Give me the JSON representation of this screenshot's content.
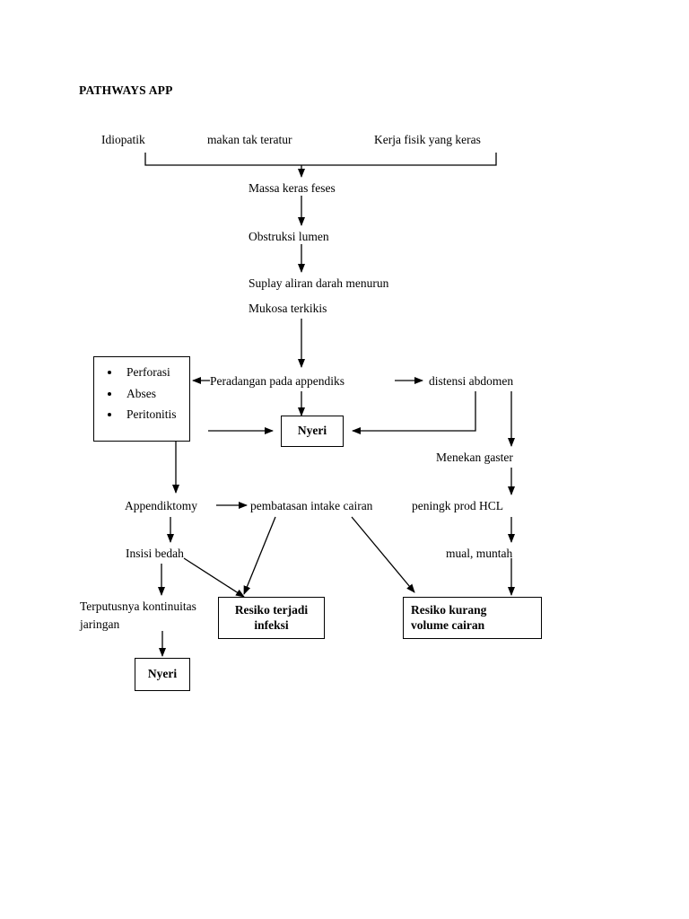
{
  "document": {
    "title": "PATHWAYS APP"
  },
  "diagram": {
    "type": "flowchart",
    "nodes": [
      {
        "id": "idiopatik",
        "label": "Idiopatik",
        "style": "plain"
      },
      {
        "id": "makan",
        "label": "makan tak teratur",
        "style": "plain"
      },
      {
        "id": "kerja",
        "label": "Kerja fisik yang keras",
        "style": "plain"
      },
      {
        "id": "massa",
        "label": "Massa keras feses",
        "style": "plain"
      },
      {
        "id": "obstruksi",
        "label": "Obstruksi lumen",
        "style": "plain"
      },
      {
        "id": "suplay",
        "label": "Suplay aliran darah menurun",
        "style": "plain"
      },
      {
        "id": "mukosa",
        "label": "Mukosa terkikis",
        "style": "plain"
      },
      {
        "id": "peradangan",
        "label": "Peradangan pada appendiks",
        "style": "plain"
      },
      {
        "id": "distensi",
        "label": "distensi abdomen",
        "style": "plain"
      },
      {
        "id": "nyeri1",
        "label": "Nyeri",
        "style": "boxed-bold"
      },
      {
        "id": "menekan",
        "label": "Menekan gaster",
        "style": "plain"
      },
      {
        "id": "appendiktomy",
        "label": "Appendiktomy",
        "style": "plain"
      },
      {
        "id": "pembatasan",
        "label": "pembatasan intake cairan",
        "style": "plain"
      },
      {
        "id": "hcl",
        "label": "peningk prod HCL",
        "style": "plain"
      },
      {
        "id": "insisi",
        "label": "Insisi bedah",
        "style": "plain"
      },
      {
        "id": "mual",
        "label": "mual, muntah",
        "style": "plain"
      },
      {
        "id": "terputus",
        "label": "Terputusnya kontinuitas jaringan",
        "style": "plain"
      },
      {
        "id": "resiko-infeksi",
        "label": "Resiko terjadi infeksi",
        "style": "boxed-bold"
      },
      {
        "id": "resiko-cairan",
        "label": "Resiko kurang volume cairan",
        "style": "boxed-bold"
      },
      {
        "id": "nyeri2",
        "label": "Nyeri",
        "style": "boxed-bold"
      }
    ],
    "complication_box": {
      "items": [
        "Perforasi",
        "Abses",
        "Peritonitis"
      ]
    },
    "text": {
      "idiopatik": "Idiopatik",
      "makan": "makan tak teratur",
      "kerja": "Kerja fisik yang keras",
      "massa": "Massa keras feses",
      "obstruksi": "Obstruksi lumen",
      "suplay": "Suplay aliran darah menurun",
      "mukosa": "Mukosa terkikis",
      "peradangan": "Peradangan pada appendiks",
      "distensi": "distensi abdomen",
      "nyeri1": "Nyeri",
      "menekan": "Menekan gaster",
      "appendiktomy": "Appendiktomy",
      "pembatasan": "pembatasan intake cairan",
      "hcl": "peningk prod HCL",
      "insisi": "Insisi bedah",
      "mual": "mual, muntah",
      "terputus_line1": "Terputusnya kontinuitas",
      "terputus_line2": "jaringan",
      "perforasi": "Perforasi",
      "abses": "Abses",
      "peritonitis": "Peritonitis",
      "resiko_infeksi_line1": "Resiko terjadi",
      "resiko_infeksi_line2": "infeksi",
      "resiko_cairan_line1": "Resiko kurang",
      "resiko_cairan_line2": "volume cairan",
      "nyeri2": "Nyeri"
    },
    "colors": {
      "line": "#000000",
      "text": "#000000",
      "background": "#ffffff"
    }
  }
}
